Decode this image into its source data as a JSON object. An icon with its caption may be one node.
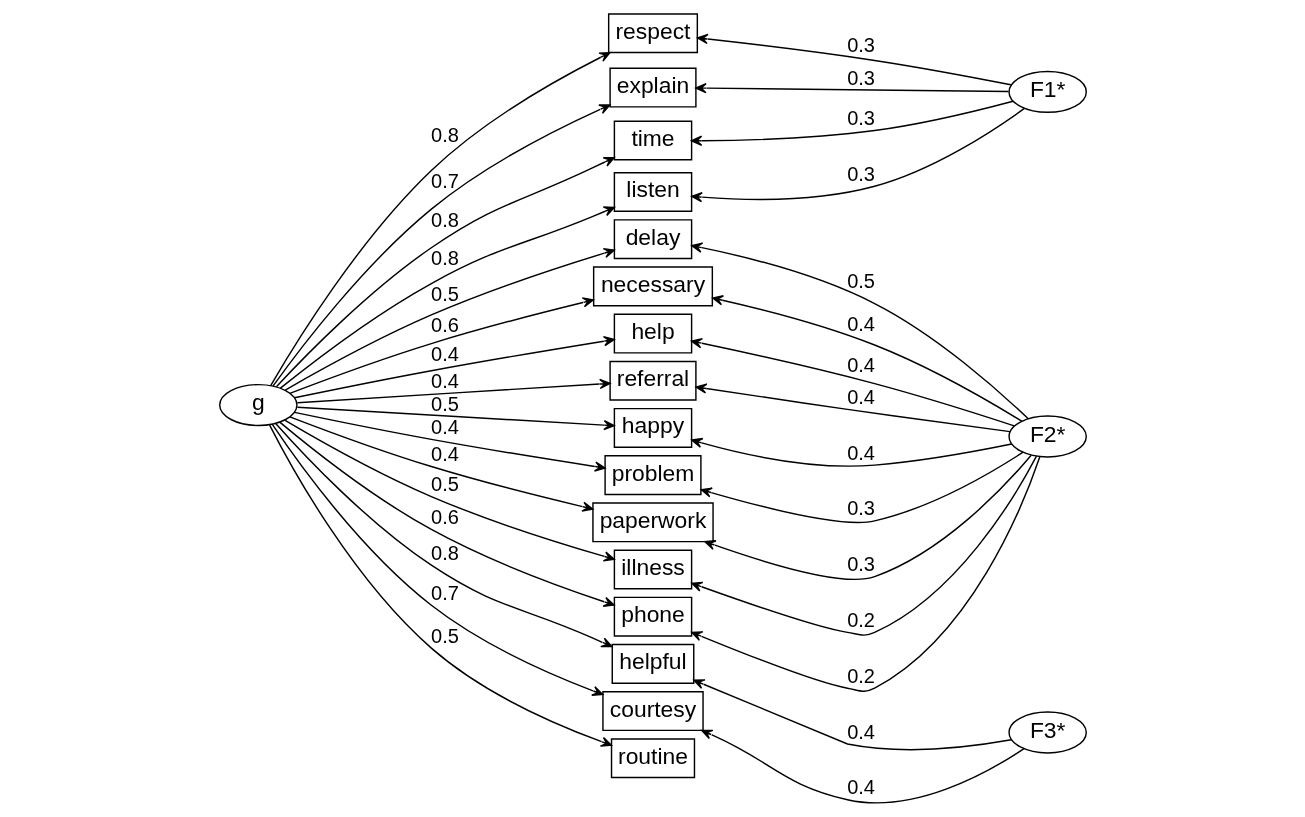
{
  "diagram": {
    "nodes": [
      {
        "text": [
          "g"
        ]
      },
      {
        "text": [
          "respect"
        ]
      },
      {
        "text": [
          "explain"
        ]
      },
      {
        "text": [
          "time"
        ]
      },
      {
        "text": [
          "listen"
        ]
      },
      {
        "text": [
          "delay"
        ]
      },
      {
        "text": [
          "necessary"
        ]
      },
      {
        "text": [
          "help"
        ]
      },
      {
        "text": [
          "referral"
        ]
      },
      {
        "text": [
          "happy"
        ]
      },
      {
        "text": [
          "problem"
        ]
      },
      {
        "text": [
          "paperwork"
        ]
      },
      {
        "text": [
          "illness"
        ]
      },
      {
        "text": [
          "phone"
        ]
      },
      {
        "text": [
          "helpful"
        ]
      },
      {
        "text": [
          "courtesy"
        ]
      },
      {
        "text": [
          "routine"
        ]
      },
      {
        "text": [
          "F1*"
        ]
      },
      {
        "text": [
          "F2*"
        ]
      },
      {
        "text": [
          "F3*"
        ]
      }
    ],
    "edges": [
      {
        "from": 0,
        "to": 1,
        "arrow": "to",
        "label": "0.8"
      },
      {
        "from": 0,
        "to": 2,
        "arrow": "to",
        "label": "0.7"
      },
      {
        "from": 0,
        "to": 3,
        "arrow": "to",
        "label": "0.8"
      },
      {
        "from": 0,
        "to": 4,
        "arrow": "to",
        "label": "0.8"
      },
      {
        "from": 0,
        "to": 5,
        "arrow": "to",
        "label": "0.5"
      },
      {
        "from": 0,
        "to": 6,
        "arrow": "to",
        "label": "0.6"
      },
      {
        "from": 0,
        "to": 7,
        "arrow": "to",
        "label": "0.4"
      },
      {
        "from": 0,
        "to": 8,
        "arrow": "to",
        "label": "0.4"
      },
      {
        "from": 0,
        "to": 9,
        "arrow": "to",
        "label": "0.5"
      },
      {
        "from": 0,
        "to": 10,
        "arrow": "to",
        "label": "0.4"
      },
      {
        "from": 0,
        "to": 11,
        "arrow": "to",
        "label": "0.4"
      },
      {
        "from": 0,
        "to": 12,
        "arrow": "to",
        "label": "0.5"
      },
      {
        "from": 0,
        "to": 13,
        "arrow": "to",
        "label": "0.6"
      },
      {
        "from": 0,
        "to": 14,
        "arrow": "to",
        "label": "0.8"
      },
      {
        "from": 0,
        "to": 15,
        "arrow": "to",
        "label": "0.7"
      },
      {
        "from": 0,
        "to": 16,
        "arrow": "to",
        "label": "0.5"
      },
      {
        "from": 17,
        "to": 1,
        "arrow": "to",
        "label": "0.3"
      },
      {
        "from": 17,
        "to": 2,
        "arrow": "to",
        "label": "0.3"
      },
      {
        "from": 17,
        "to": 3,
        "arrow": "to",
        "label": "0.3"
      },
      {
        "from": 17,
        "to": 4,
        "arrow": "to",
        "label": "0.3"
      },
      {
        "from": 18,
        "to": 5,
        "arrow": "to",
        "label": "0.5"
      },
      {
        "from": 18,
        "to": 6,
        "arrow": "to",
        "label": "0.4"
      },
      {
        "from": 18,
        "to": 7,
        "arrow": "to",
        "label": "0.4"
      },
      {
        "from": 18,
        "to": 8,
        "arrow": "to",
        "label": "0.4"
      },
      {
        "from": 18,
        "to": 9,
        "arrow": "to",
        "label": "0.4"
      },
      {
        "from": 18,
        "to": 10,
        "arrow": "to",
        "label": "0.3"
      },
      {
        "from": 18,
        "to": 11,
        "arrow": "to",
        "label": "0.3"
      },
      {
        "from": 18,
        "to": 12,
        "arrow": "to",
        "label": "0.2"
      },
      {
        "from": 18,
        "to": 13,
        "arrow": "to",
        "label": "0.2"
      },
      {
        "from": 19,
        "to": 14,
        "arrow": "to",
        "label": "0.4"
      },
      {
        "from": 19,
        "to": 15,
        "arrow": "to",
        "label": "0.4"
      }
    ]
  }
}
